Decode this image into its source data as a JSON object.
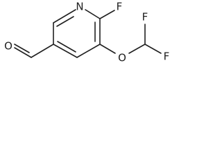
{
  "molecule": {
    "atoms": {
      "n": "N",
      "f_ring": "F",
      "f_top": "F",
      "f_bottom": "F",
      "o_ether": "O",
      "o_aldehyde": "O"
    }
  }
}
